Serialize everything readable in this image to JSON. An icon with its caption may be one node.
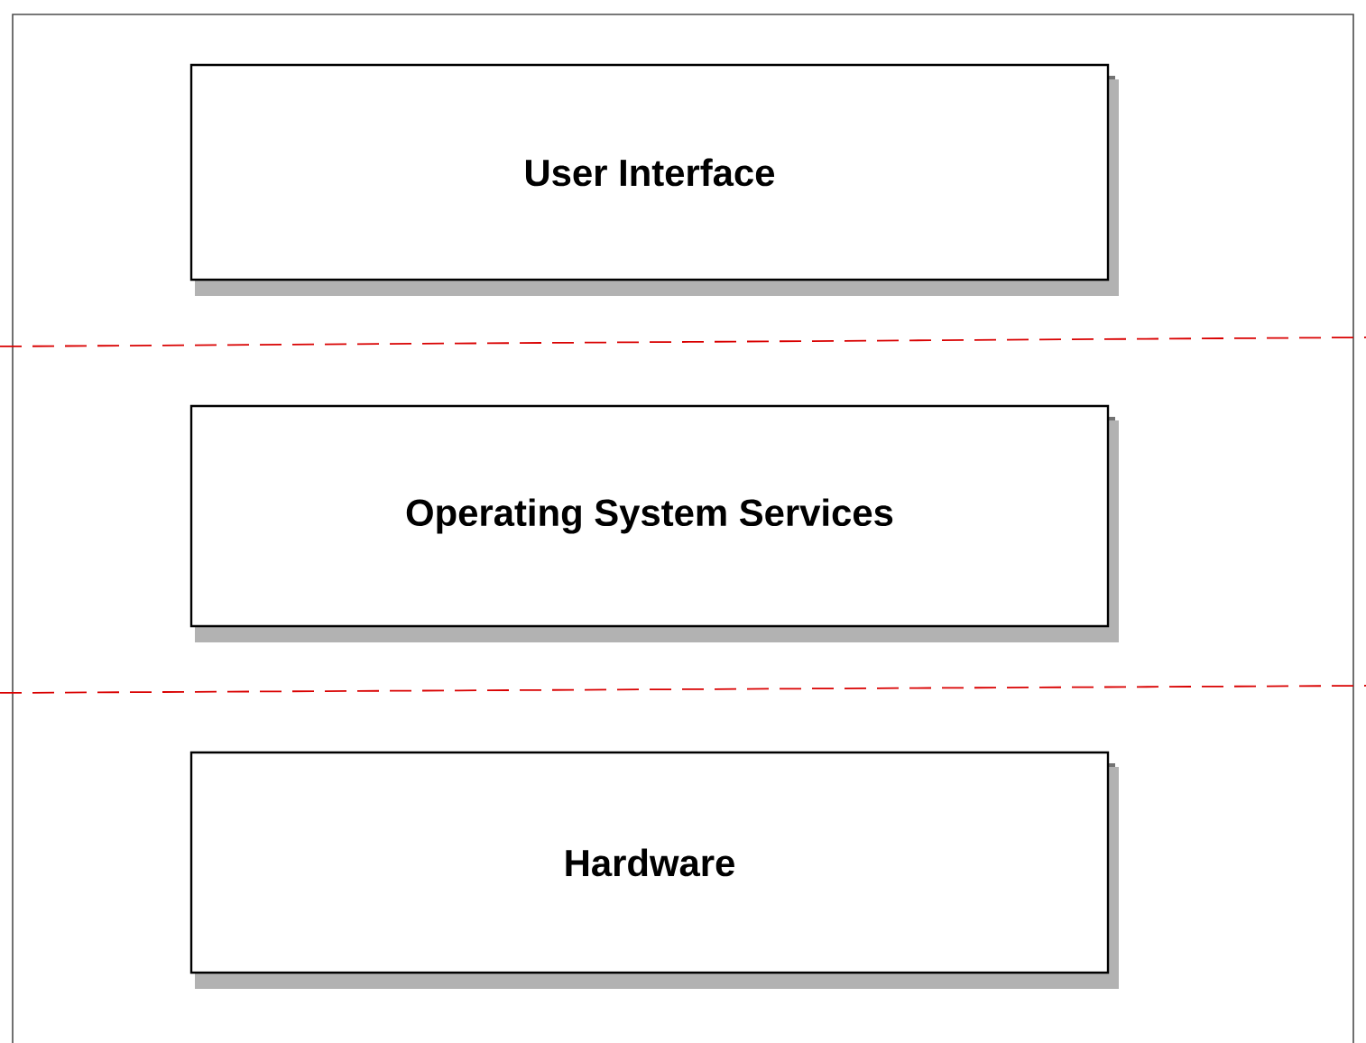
{
  "diagram": {
    "nodes": [
      {
        "text": [
          "User Interface"
        ]
      },
      {
        "text": [
          "Operating System Services"
        ]
      },
      {
        "text": [
          "Hardware"
        ]
      }
    ]
  }
}
